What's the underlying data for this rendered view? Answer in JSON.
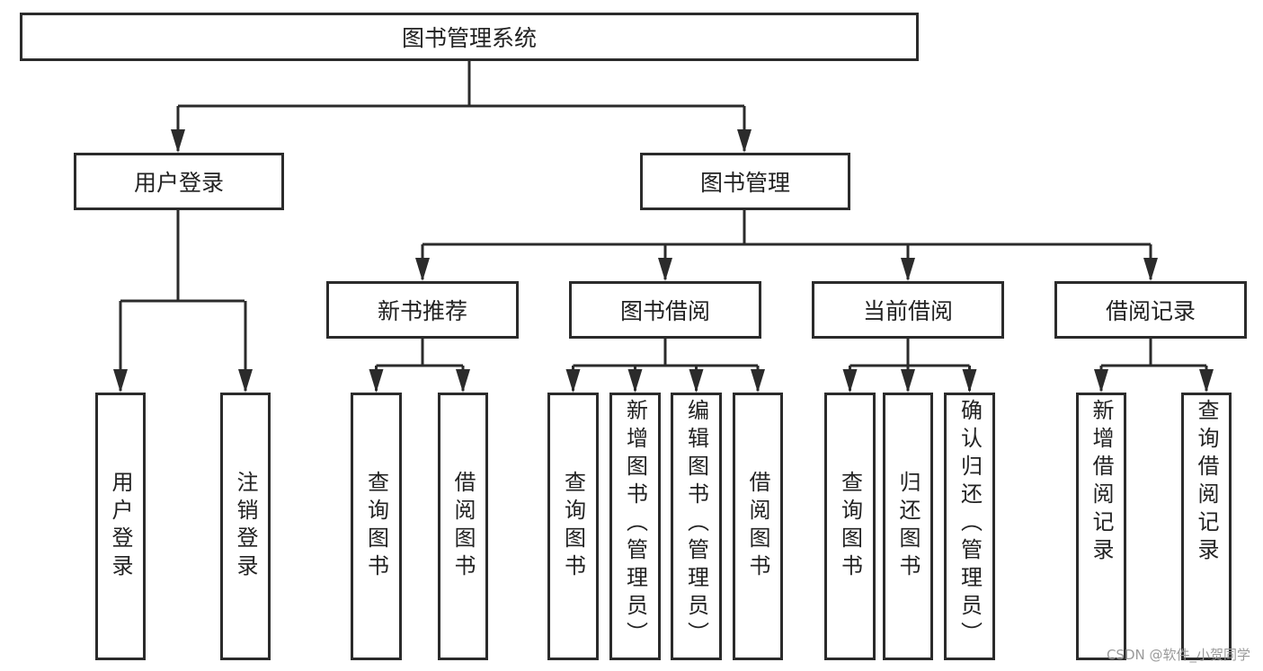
{
  "root": {
    "label": "图书管理系统"
  },
  "branches": [
    {
      "label": "用户登录",
      "children": [
        {
          "label": "用户登录"
        },
        {
          "label": "注销登录"
        }
      ]
    },
    {
      "label": "图书管理",
      "children": [
        {
          "label": "新书推荐",
          "children": [
            {
              "label": "查询图书"
            },
            {
              "label": "借阅图书"
            }
          ]
        },
        {
          "label": "图书借阅",
          "children": [
            {
              "label": "查询图书"
            },
            {
              "label": "新增图书（管理员）"
            },
            {
              "label": "编辑图书（管理员）"
            },
            {
              "label": "借阅图书"
            }
          ]
        },
        {
          "label": "当前借阅",
          "children": [
            {
              "label": "查询图书"
            },
            {
              "label": "归还图书"
            },
            {
              "label": "确认归还（管理员）"
            }
          ]
        },
        {
          "label": "借阅记录",
          "children": [
            {
              "label": "新增借阅记录"
            },
            {
              "label": "查询借阅记录"
            }
          ]
        }
      ]
    }
  ],
  "watermark": "CSDN @软件_小贺同学",
  "colors": {
    "stroke": "#2b2b2b",
    "background": "#ffffff"
  }
}
